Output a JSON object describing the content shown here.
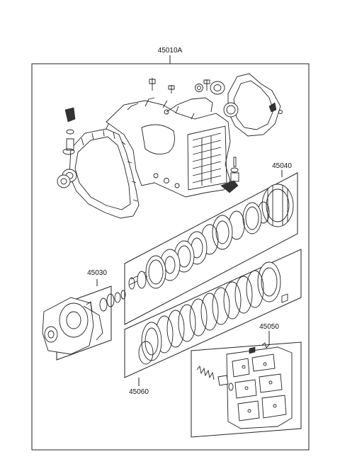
{
  "labels": {
    "assembly": "45010A",
    "clutch_kit": "45040",
    "pump_kit": "45030",
    "valve_body": "45050",
    "plate_kit": "45060"
  }
}
